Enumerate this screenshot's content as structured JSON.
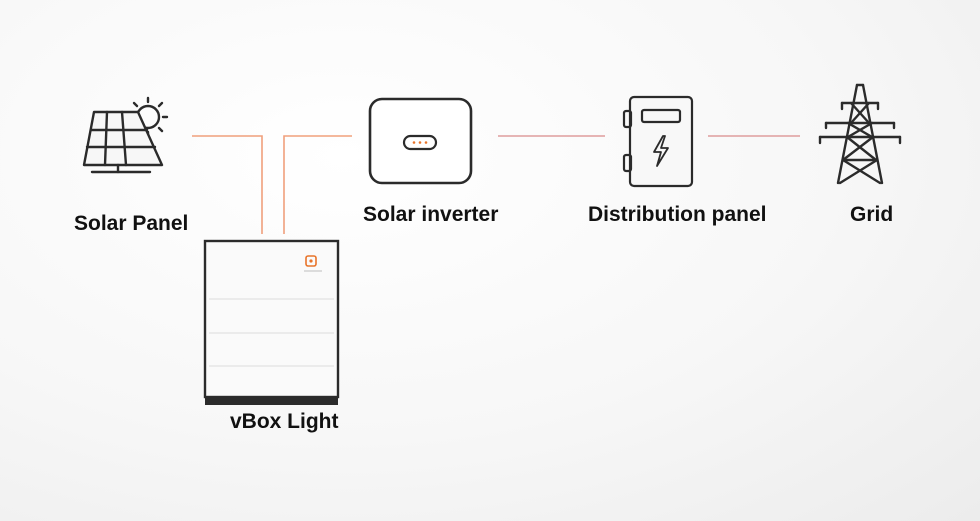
{
  "nodes": {
    "solar_panel": {
      "label": "Solar Panel",
      "icon": "solar-panel-icon"
    },
    "solar_inverter": {
      "label": "Solar inverter",
      "icon": "inverter-icon"
    },
    "distribution_panel": {
      "label": "Distribution panel",
      "icon": "distribution-panel-icon"
    },
    "grid": {
      "label": "Grid",
      "icon": "transmission-tower-icon"
    },
    "vbox_light": {
      "label": "vBox Light",
      "icon": "battery-cabinet-icon"
    }
  },
  "colors": {
    "dc_line": "#f0a07c",
    "ac_line": "#d98a8a",
    "icon_stroke": "#2b2b2b",
    "battery_brand": "#e8742a"
  }
}
